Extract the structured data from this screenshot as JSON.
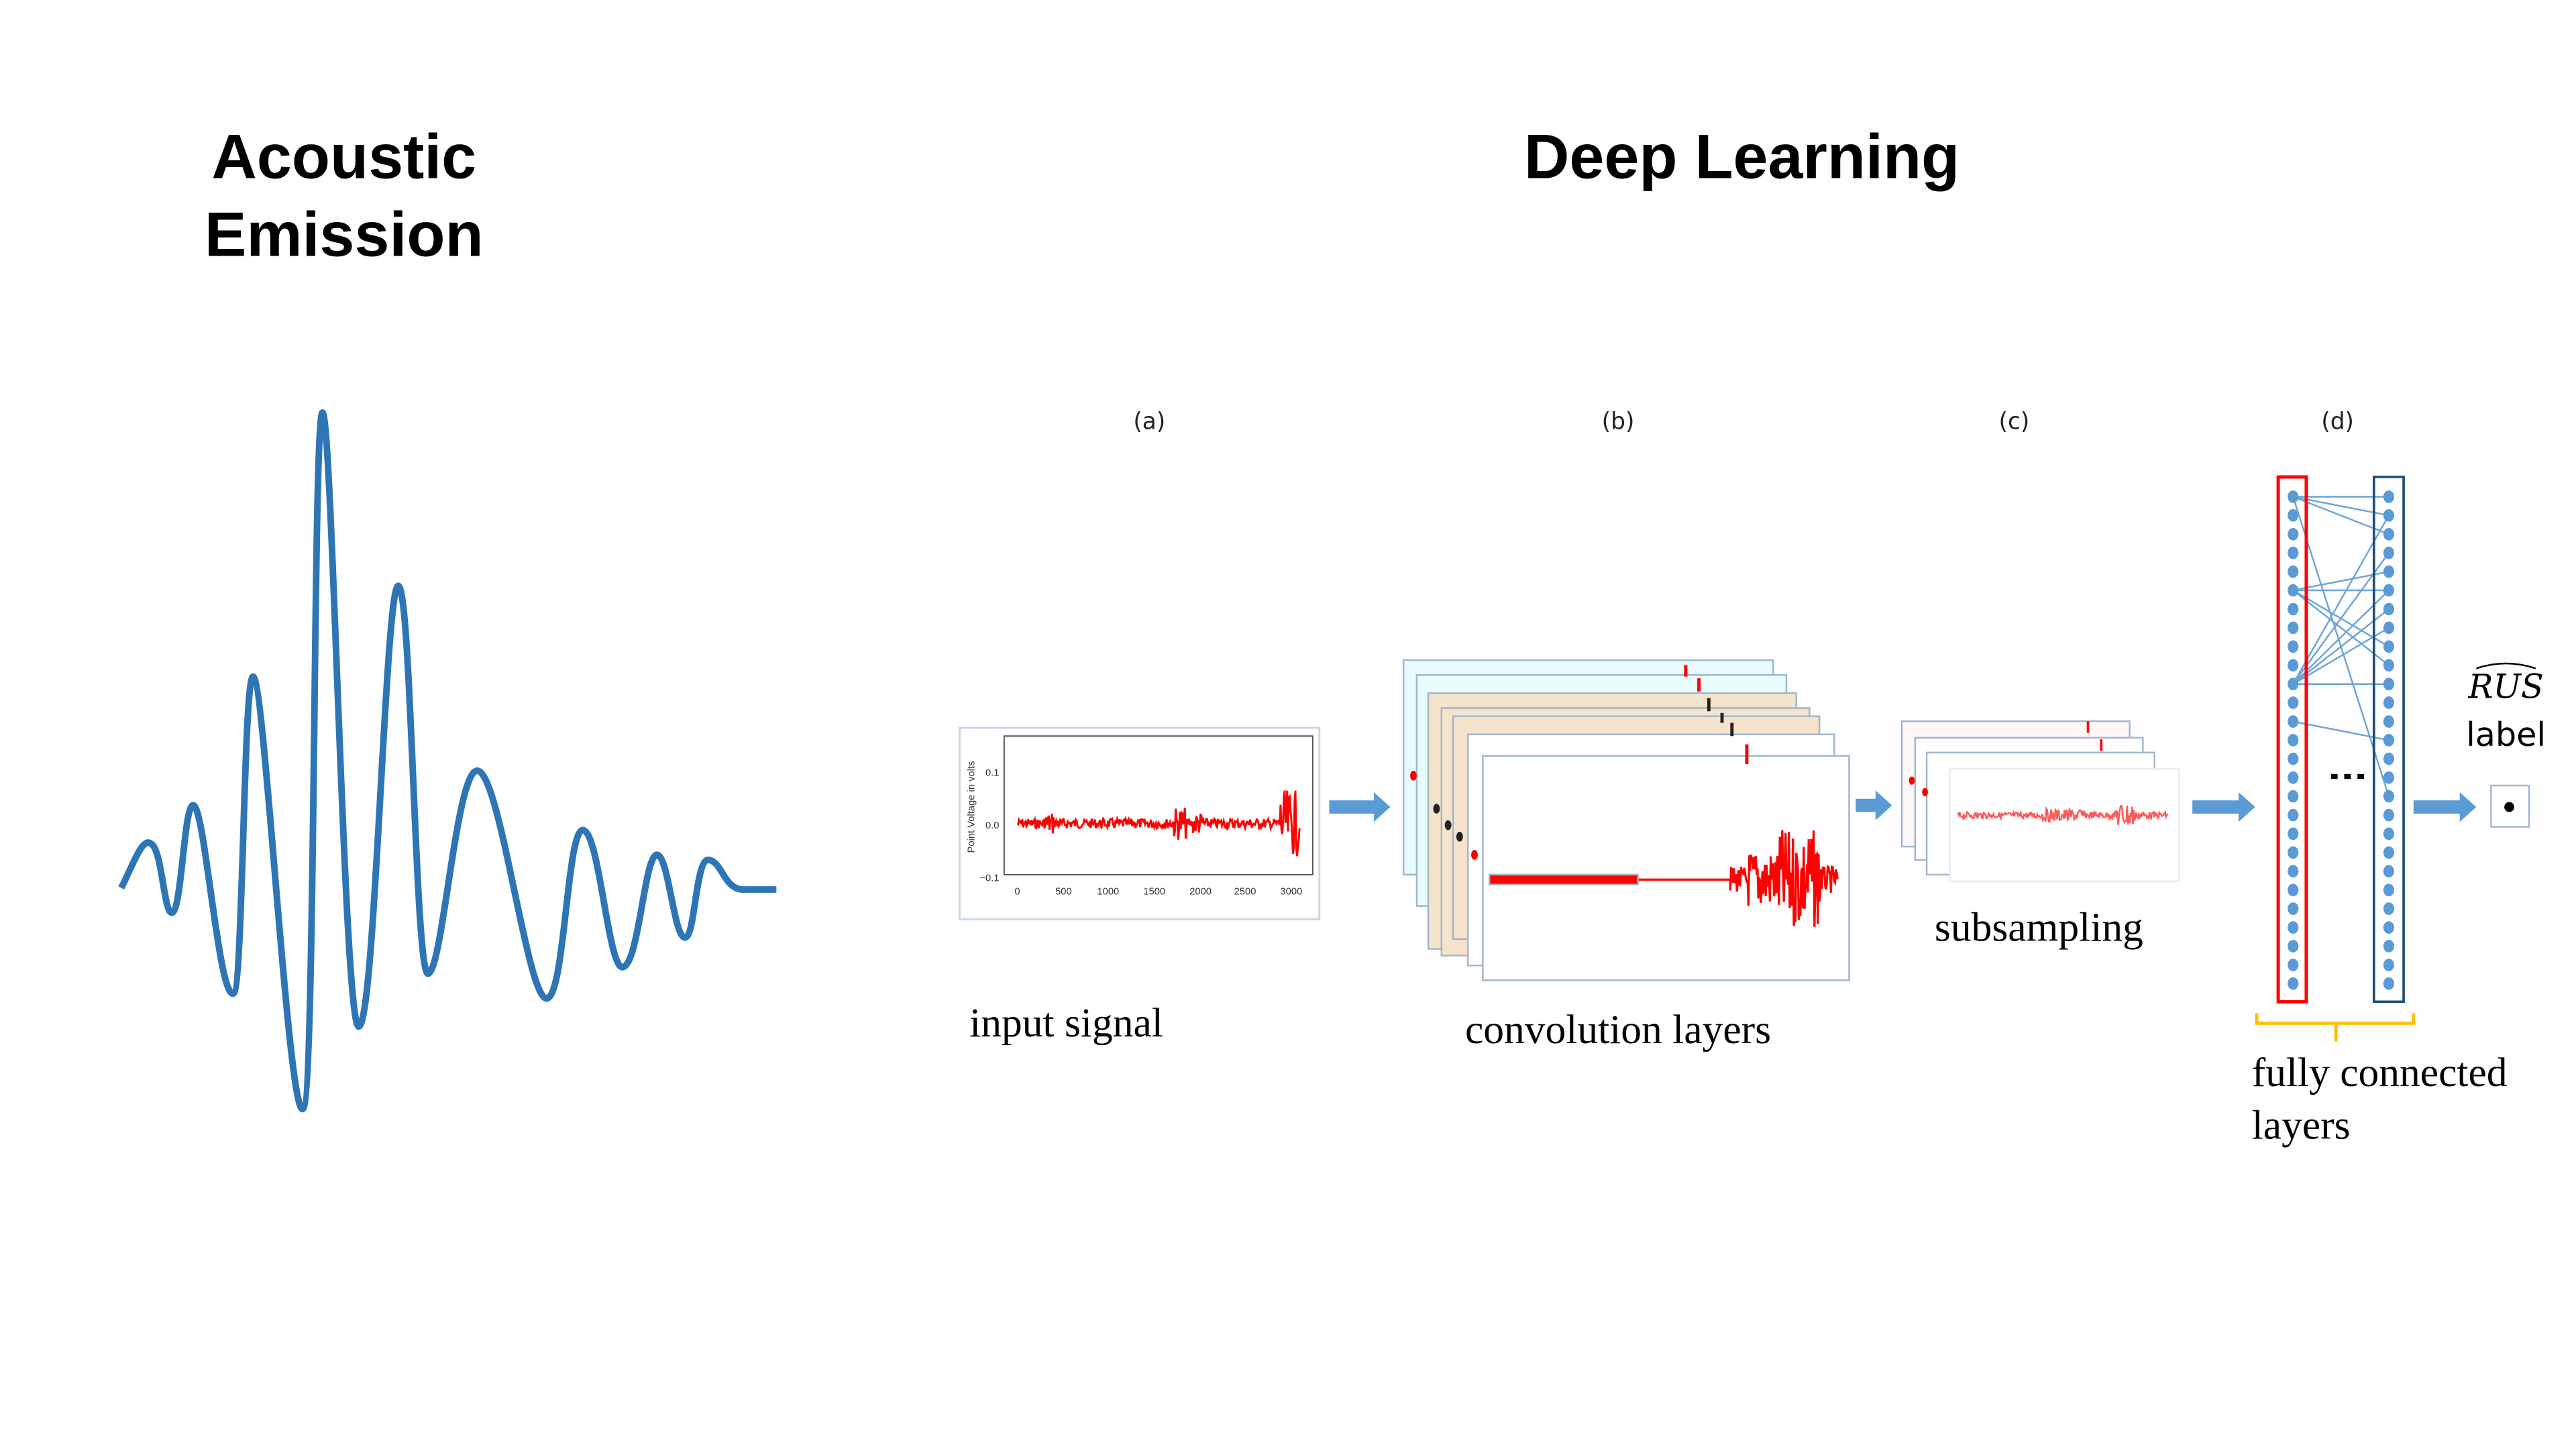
{
  "left": {
    "title_line1": "Acoustic",
    "title_line2": "Emission"
  },
  "right": {
    "title": "Deep Learning"
  },
  "stages": {
    "a": "(a)",
    "b": "(b)",
    "c": "(c)",
    "d": "(d)"
  },
  "captions": {
    "input": "input signal",
    "conv": "convolution layers",
    "subsampling": "subsampling",
    "fc_line1": "fully connected",
    "fc_line2": "layers"
  },
  "output": {
    "symbol": "RUS",
    "label": "label"
  },
  "input_plot": {
    "ylabel": "Point Voltage in volts",
    "yticks": [
      "0.1",
      "0.0",
      "−0.1"
    ],
    "xticks": [
      "0",
      "500",
      "1000",
      "1500",
      "2000",
      "2500",
      "3000"
    ]
  },
  "colors": {
    "wave": "#2e75b6",
    "signal": "#ff0000",
    "arrow": "#5b9bd5",
    "bracket": "#ffc000",
    "input_layer": "#ff0000",
    "hidden_layer": "#1f4e79"
  }
}
